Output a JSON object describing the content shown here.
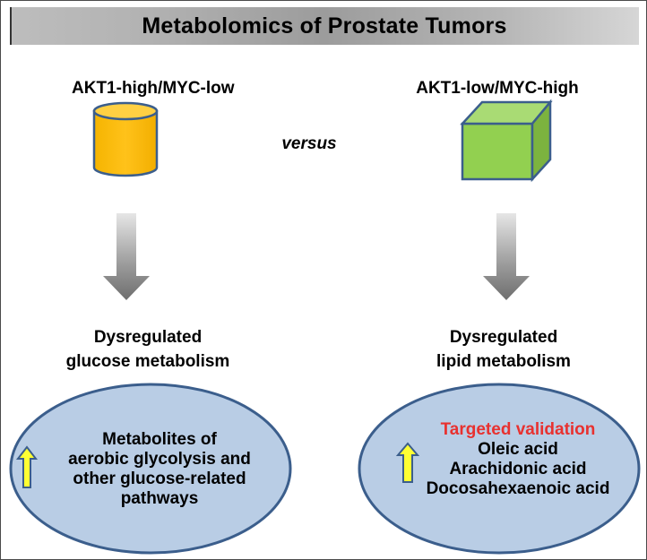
{
  "title": "Metabolomics of Prostate Tumors",
  "versus": "versus",
  "left": {
    "phenotype": "AKT1-high/MYC-low",
    "shape_icon": "cylinder-icon",
    "shape_color": "#FFC000",
    "outcome_line1": "Dysregulated",
    "outcome_line2": "glucose metabolism",
    "oval": {
      "lines": [
        "Metabolites of",
        "aerobic glycolysis and",
        "other glucose-related",
        "pathways"
      ]
    }
  },
  "right": {
    "phenotype": "AKT1-low/MYC-high",
    "shape_icon": "cube-icon",
    "shape_color": "#92D050",
    "outcome_line1": "Dysregulated",
    "outcome_line2": "lipid metabolism",
    "oval": {
      "heading": "Targeted validation",
      "heading_color": "#E8312F",
      "lines": [
        "Oleic acid",
        "Arachidonic acid",
        "Docosahexaenoic acid"
      ]
    }
  },
  "colors": {
    "oval_fill": "#B9CDE5",
    "oval_stroke": "#3B5E8C",
    "up_arrow_fill": "#FFFF33"
  }
}
